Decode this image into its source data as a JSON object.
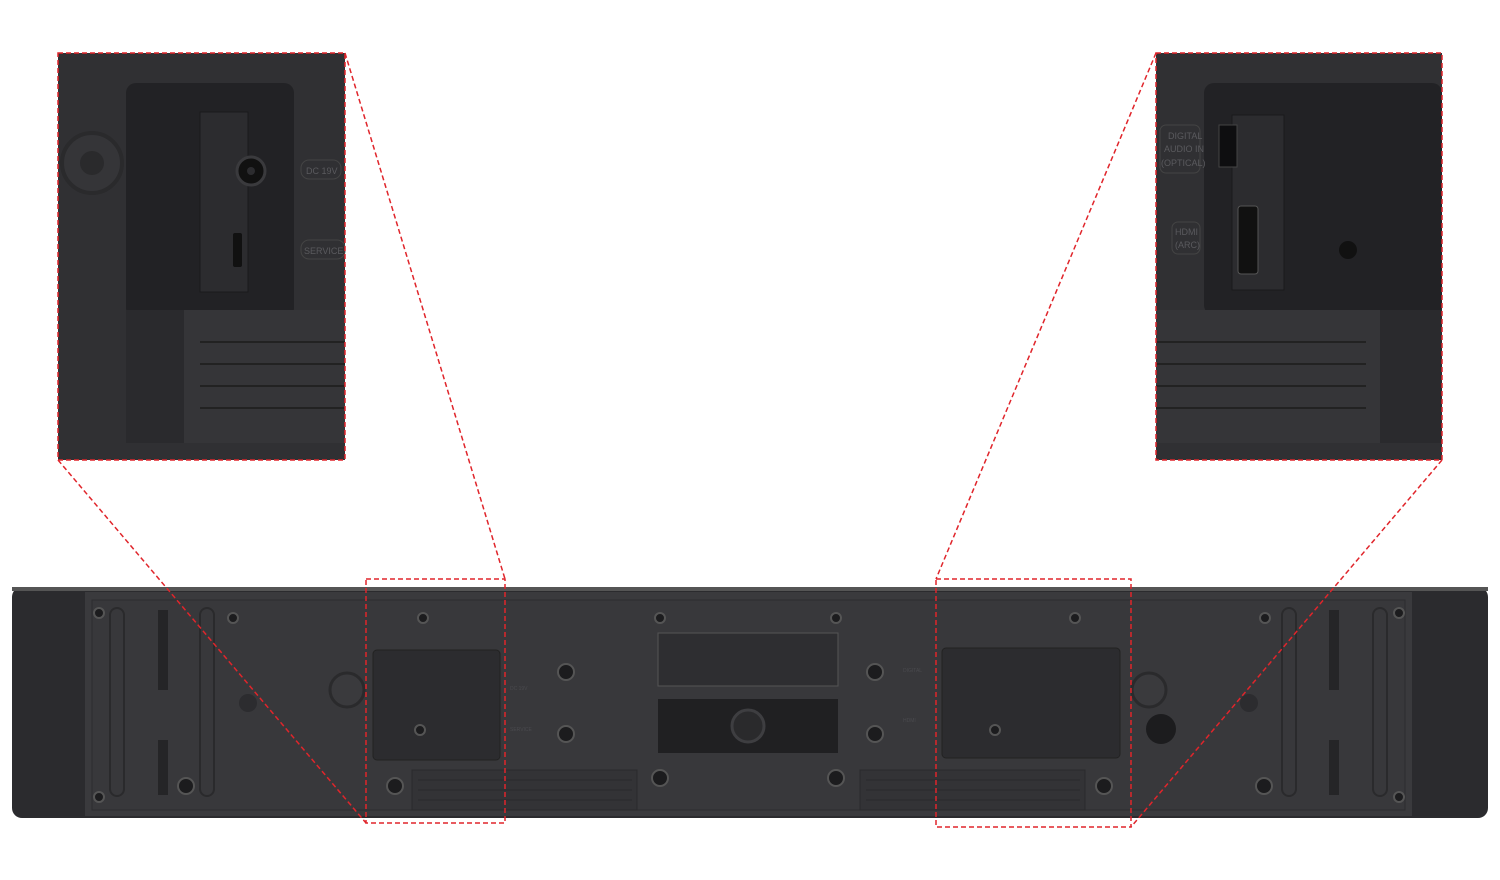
{
  "labels": {
    "dc_in": "DC 19V",
    "service": "SERVICE",
    "digital_audio_line1": "DIGITAL",
    "digital_audio_line2": "AUDIO IN",
    "digital_audio_line3": "(OPTICAL)",
    "hdmi_line1": "HDMI",
    "hdmi_line2": "(ARC)"
  },
  "colors": {
    "callout": "#e0252b",
    "body": "#2e2e31",
    "panel": "#3a3a3d"
  }
}
